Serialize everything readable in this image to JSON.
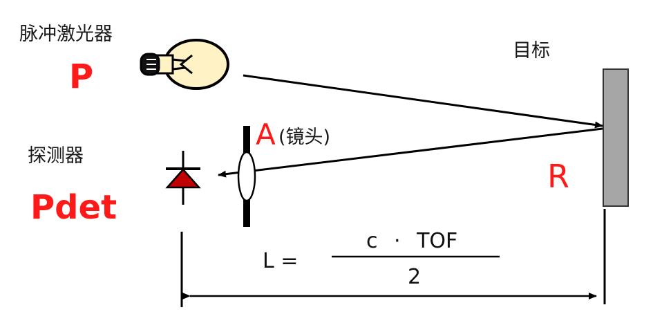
{
  "labels": {
    "laser_title": "脉冲激光器",
    "laser_symbol": "P",
    "target_title": "目标",
    "target_symbol": "R",
    "lens_symbol": "A",
    "lens_note": "(镜头)",
    "detector_title": "探测器",
    "detector_symbol": "Pdet"
  },
  "formula": {
    "lhs": "L =",
    "numerator": "c · TOF",
    "denominator": "2"
  },
  "colors": {
    "accent_red": "#ff1a1a",
    "bulb_fill": "#fff2c4",
    "target_fill": "#a6a6a6",
    "diode_fill": "#c00000",
    "line": "#000000"
  },
  "icons": {
    "laser": "light-bulb-icon",
    "detector": "photodiode-icon",
    "lens": "convex-lens-icon",
    "target": "target-plate-icon"
  }
}
